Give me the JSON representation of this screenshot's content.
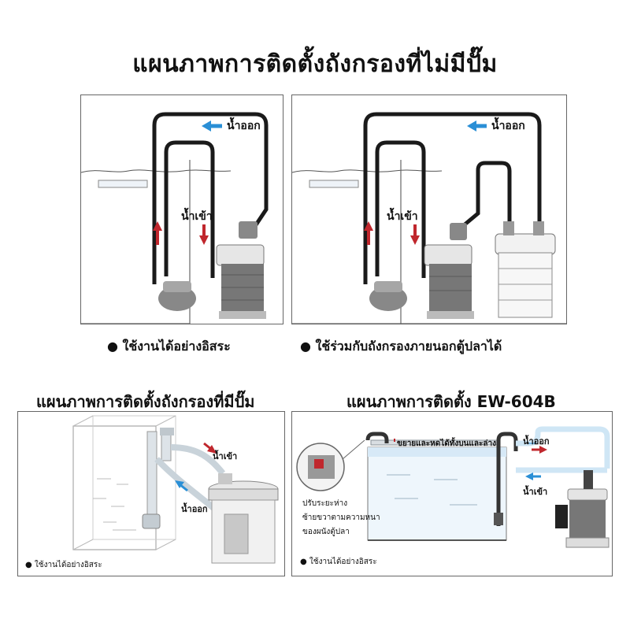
{
  "main_title": "แผนภาพการติดตั้งถังกรองที่ไม่มีปั๊ม",
  "panel_a": {
    "outflow_label": "น้ำออก",
    "inflow_label": "น้ำเข้า",
    "caption": "● ใช้งานได้อย่างอิสระ"
  },
  "panel_b": {
    "outflow_label": "น้ำออก",
    "inflow_label": "น้ำเข้า",
    "caption": "● ใช้ร่วมกับถังกรองภายนอกตู้ปลาได้"
  },
  "panel_c": {
    "title": "แผนภาพการติดตั้งถังกรองที่มีปั๊ม",
    "inflow_label": "น้ำเข้า",
    "outflow_label": "น้ำออก",
    "footnote": "● ใช้งานได้อย่างอิสระ"
  },
  "panel_d": {
    "title": "แผนภาพการติดตั้ง  EW-604B",
    "expand_label": "ขยายและหดได้ทั้งบนและล่าง",
    "outflow_label": "น้ำออก",
    "inflow_label": "น้ำเข้า",
    "adjust_line1": "ปรับระยะห่าง",
    "adjust_line2": "ซ้ายขวาตามความหนา",
    "adjust_line3": "ของผนังตู้ปลา",
    "footnote": "● ใช้งานได้อย่างอิสระ"
  },
  "colors": {
    "arrow_blue": "#2a8fd6",
    "arrow_red": "#c0272d",
    "tube": "#1a1a1a",
    "hose_light": "#cfe6f5"
  }
}
